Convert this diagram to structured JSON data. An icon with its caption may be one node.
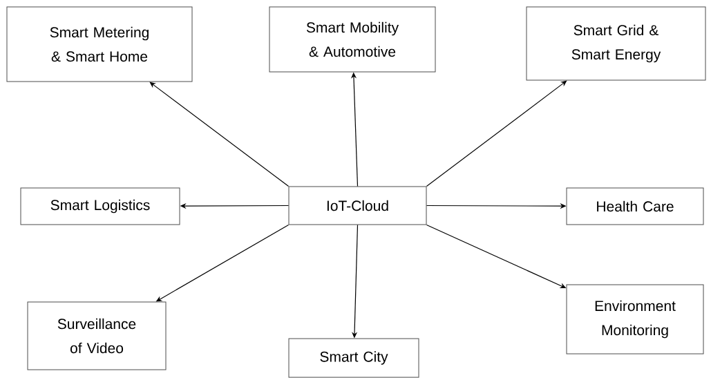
{
  "diagram": {
    "nodes": [
      {
        "text": [
          "Smart Metering & Smart Home"
        ]
      },
      {
        "text": [
          "Smart Mobility & Automotive"
        ]
      },
      {
        "text": [
          "Smart Grid & Smart Energy"
        ]
      },
      {
        "text": [
          "Smart Logistics"
        ]
      },
      {
        "text": [
          "IoT-Cloud"
        ]
      },
      {
        "text": [
          "Health Care"
        ]
      },
      {
        "text": [
          "Surveillance of Video"
        ]
      },
      {
        "text": [
          "Smart City"
        ]
      },
      {
        "text": [
          "Environment Monitoring"
        ]
      }
    ],
    "edges": [
      {
        "from": 4,
        "to": 0,
        "arrow": "to"
      },
      {
        "from": 4,
        "to": 1,
        "arrow": "to"
      },
      {
        "from": 4,
        "to": 2,
        "arrow": "to"
      },
      {
        "from": 4,
        "to": 3,
        "arrow": "to"
      },
      {
        "from": 4,
        "to": 5,
        "arrow": "to"
      },
      {
        "from": 4,
        "to": 6,
        "arrow": "to"
      },
      {
        "from": 4,
        "to": 7,
        "arrow": "to"
      },
      {
        "from": 4,
        "to": 8,
        "arrow": "to"
      }
    ]
  }
}
